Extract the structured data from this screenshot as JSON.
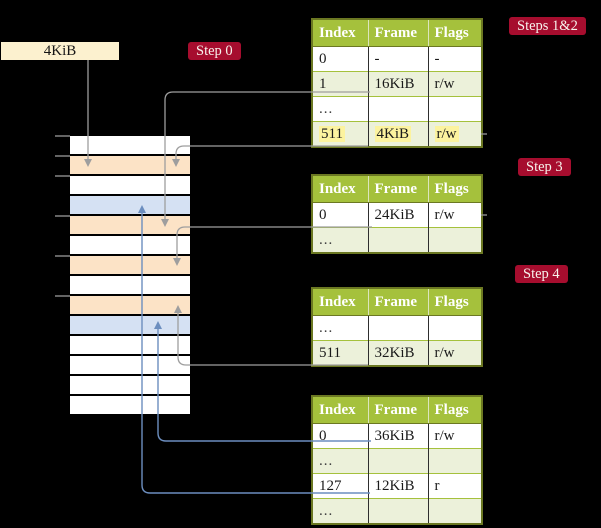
{
  "labels": {
    "page_size": "4KiB"
  },
  "badges": {
    "step0": "Step 0",
    "steps12": "Steps 1&2",
    "step3": "Step 3",
    "step4": "Step 4"
  },
  "tables": [
    {
      "headers": [
        "Index",
        "Frame",
        "Flags"
      ],
      "rows": [
        {
          "cells": [
            "0",
            "-",
            "-"
          ]
        },
        {
          "cells": [
            "1",
            "16KiB",
            "r/w"
          ]
        },
        {
          "cells": [
            "...",
            "",
            ""
          ]
        },
        {
          "cells": [
            "511",
            "4KiB",
            "r/w"
          ],
          "highlight": true
        }
      ]
    },
    {
      "headers": [
        "Index",
        "Frame",
        "Flags"
      ],
      "rows": [
        {
          "cells": [
            "0",
            "24KiB",
            "r/w"
          ]
        },
        {
          "cells": [
            "...",
            "",
            ""
          ]
        }
      ]
    },
    {
      "headers": [
        "Index",
        "Frame",
        "Flags"
      ],
      "rows": [
        {
          "cells": [
            "...",
            "",
            ""
          ]
        },
        {
          "cells": [
            "511",
            "32KiB",
            "r/w"
          ]
        }
      ]
    },
    {
      "headers": [
        "Index",
        "Frame",
        "Flags"
      ],
      "rows": [
        {
          "cells": [
            "0",
            "36KiB",
            "r/w"
          ]
        },
        {
          "cells": [
            "...",
            "",
            ""
          ]
        },
        {
          "cells": [
            "127",
            "12KiB",
            "r"
          ]
        },
        {
          "cells": [
            "...",
            "",
            ""
          ]
        }
      ]
    }
  ],
  "memory_stack": {
    "rows": [
      "white",
      "peach",
      "white",
      "blue",
      "peach",
      "white",
      "peach",
      "white",
      "peach",
      "blue",
      "white",
      "white",
      "white",
      "white"
    ]
  },
  "colors": {
    "background": "#000000",
    "badge_red": "#a60d2e",
    "label_cream": "#fcf1cf",
    "table_header_green": "#a5c13c",
    "table_row_green": "#ecf1da",
    "table_border_olive": "#6b7822",
    "highlight_yellow": "#fcf39f",
    "frame_peach": "#fce3c6",
    "frame_blue": "#d5e1f3",
    "connector_gray": "#9e9e9e",
    "connector_blue": "#6c8ebf"
  }
}
